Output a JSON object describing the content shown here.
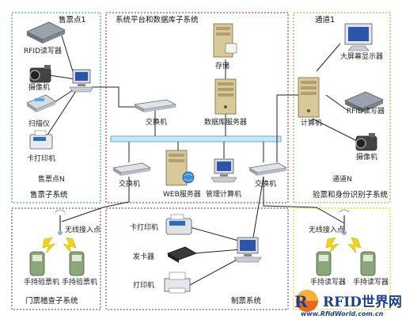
{
  "zones": {
    "ticketing": {
      "title": "售票点1",
      "footer": "售票点N",
      "subsystem": "售票子系统"
    },
    "platform": {
      "title": "系统平台和数据库子系统"
    },
    "channel": {
      "title": "通道1",
      "footer": "通道N",
      "subsystem": "验票和身份识别子系统"
    },
    "gate": {
      "subsystem": "门票稽查子系统"
    },
    "issuing": {
      "subsystem": "制票系统"
    },
    "access": {}
  },
  "devices": {
    "rfid_reader_left": "RFID读写器",
    "camera_left": "摄像机",
    "scanner": "扫描仪",
    "card_printer_left": "卡打印机",
    "switch_top": "交换机",
    "storage": "存储",
    "db_server": "数据库服务器",
    "web_server": "WEB服务器",
    "mgmt_computer": "管理计算机",
    "switch_left": "交换机",
    "switch_right": "交换机",
    "big_screen": "大屏幕显示器",
    "computer": "计算机",
    "rfid_reader_right": "RFID读写器",
    "camera_right": "摄像机",
    "wap_left": "无线接入点",
    "handheld_1": "手持验票机",
    "handheld_2": "手持验票机",
    "card_printer_mid": "卡打印机",
    "card_issuer": "发卡器",
    "printer": "打印机",
    "wap_right": "无线接入点",
    "handheld_rw_1": "手持读写器",
    "handheld_rw_2": "手持读写器"
  },
  "logo": {
    "text": "RFID世界网",
    "url": "www.RfidWorld.com.cn"
  },
  "colors": {
    "blue": "#3d9ad6",
    "red": "#d23a3a",
    "green": "#8cc63f",
    "purple": "#8a4aa8",
    "yellow": "#f2d21c",
    "bus": "#c8e6f5"
  }
}
